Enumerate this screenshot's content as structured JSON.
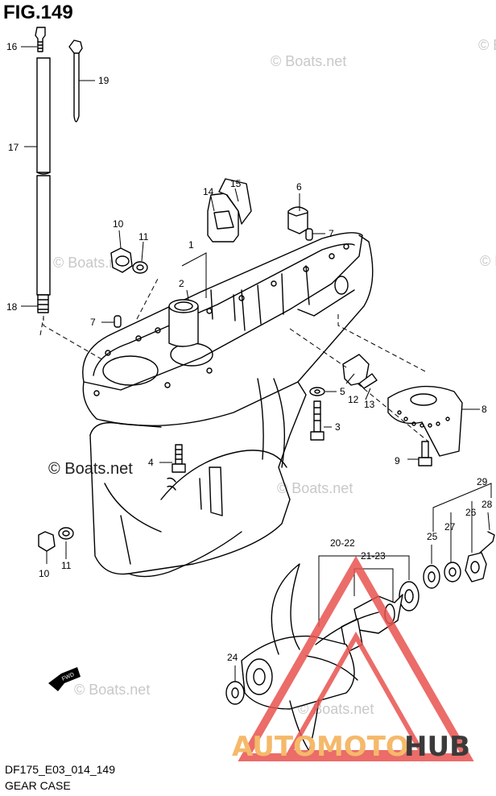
{
  "figure": {
    "title": "FIG.149",
    "code": "DF175_E03_014_149",
    "caption": "GEAR CASE",
    "fwd_mark": "FWD"
  },
  "callouts": [
    {
      "id": "c16",
      "text": "16"
    },
    {
      "id": "c19",
      "text": "19"
    },
    {
      "id": "c17",
      "text": "17"
    },
    {
      "id": "c18",
      "text": "18"
    },
    {
      "id": "c14",
      "text": "14"
    },
    {
      "id": "c15",
      "text": "15"
    },
    {
      "id": "c6",
      "text": "6"
    },
    {
      "id": "c7a",
      "text": "7"
    },
    {
      "id": "c7b",
      "text": "7"
    },
    {
      "id": "c10a",
      "text": "10"
    },
    {
      "id": "c11a",
      "text": "11"
    },
    {
      "id": "c1",
      "text": "1"
    },
    {
      "id": "c2",
      "text": "2"
    },
    {
      "id": "c5",
      "text": "5"
    },
    {
      "id": "c12",
      "text": "12"
    },
    {
      "id": "c13",
      "text": "13"
    },
    {
      "id": "c8",
      "text": "8"
    },
    {
      "id": "c3",
      "text": "3"
    },
    {
      "id": "c4",
      "text": "4"
    },
    {
      "id": "c9",
      "text": "9"
    },
    {
      "id": "c10b",
      "text": "10"
    },
    {
      "id": "c11b",
      "text": "11"
    },
    {
      "id": "c29",
      "text": "29"
    },
    {
      "id": "c28",
      "text": "28"
    },
    {
      "id": "c27",
      "text": "27"
    },
    {
      "id": "c26",
      "text": "26"
    },
    {
      "id": "c25",
      "text": "25"
    },
    {
      "id": "c2022",
      "text": "20-22"
    },
    {
      "id": "c2123",
      "text": "21-23"
    },
    {
      "id": "c24",
      "text": "24"
    }
  ],
  "watermarks": {
    "small": "© Boats.net",
    "large": "© Boats.net"
  },
  "brand": {
    "part1": "AUTOMOTO",
    "part2": "HUB",
    "color1": "#f5b96a",
    "color2": "#3a3a3a",
    "triangle_color": "#e8534f"
  }
}
